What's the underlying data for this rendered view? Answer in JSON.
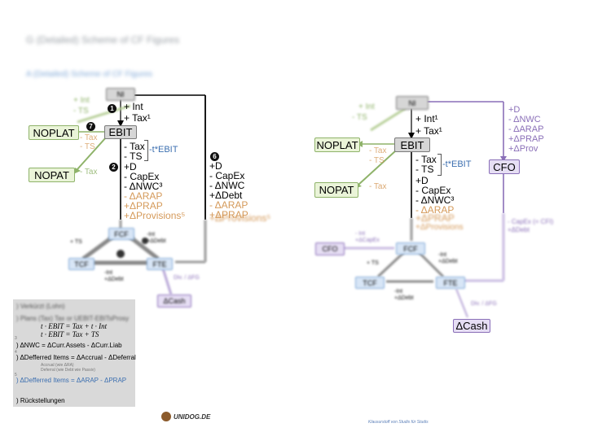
{
  "page_title": "G (Detailed) Scheme of CF Figures",
  "section_title": "A (Detailed) Scheme of CF Figures",
  "left": {
    "ni": "NI",
    "int_green": "+ Int",
    "ts_green": "- TS",
    "plus_int": "+ Int",
    "plus_tax": "+ Tax¹",
    "nodes": {
      "noplat": "NOPLAT",
      "ebit": "EBIT",
      "nopat": "NOPAT"
    },
    "tax_ts_gray": [
      "- Tax",
      "- TS"
    ],
    "tax_gray": "- Tax",
    "tax_ts": [
      "- Tax",
      "- TS"
    ],
    "tebit": "-t*EBIT",
    "ops": [
      "+D",
      "- CapEx",
      "- ΔNWC³"
    ],
    "ops_orange": [
      "- ΔARAP",
      "+ΔPRAP",
      "+ΔProvisions⁵"
    ],
    "right_ops": [
      "+D",
      "- CapEx",
      "- ΔNWC",
      "+ΔDebt"
    ],
    "right_ops_orange": [
      "- ΔARAP",
      "+ΔPRAP",
      "+ΔProvisions⁵"
    ],
    "badges": [
      "1",
      "7",
      "2",
      "6"
    ],
    "blue_nodes": [
      "FCF",
      "TCF",
      "FTE"
    ],
    "tri_labels": [
      "+ TS",
      "-Int",
      "+ΔDebt",
      "-Int",
      "+ΔDebt"
    ],
    "cash": "ΔCash",
    "cash_note": "Div. / ΔFG"
  },
  "right": {
    "ni": "NI",
    "int_green": "+ Int",
    "ts_green": "- TS",
    "plus_int": "+ Int¹",
    "plus_tax": "+ Tax¹",
    "nodes": {
      "noplat": "NOPLAT",
      "ebit": "EBIT",
      "nopat": "NOPAT",
      "cfo": "CFO"
    },
    "tax_ts_gray": [
      "- Tax",
      "- TS"
    ],
    "tax_gray": "- Tax",
    "tax_ts": [
      "- Tax",
      "- TS"
    ],
    "tebit": "-t*EBIT",
    "ops": [
      "+D",
      "- CapEx",
      "- ΔNWC³"
    ],
    "ops_orange": [
      "- ΔARAP",
      "+ΔPRAP",
      "+ΔProvisions"
    ],
    "cfo_ops": [
      "+D",
      "- ΔNWC",
      "- ΔARAP",
      "+ΔPRAP",
      "+ΔProv"
    ],
    "capex_note": [
      "- CapEx   (= CFI)",
      "+ΔDebt"
    ],
    "cfo_left": "CFO",
    "cfo_left_note": [
      "- Int",
      "+ΔCapEx"
    ],
    "blue_nodes": [
      "FCF",
      "TCF",
      "FTE"
    ],
    "tri_labels": [
      "+ TS",
      "-Int",
      "+ΔDebt",
      "-Int",
      "+ΔDebt"
    ],
    "cash": "ΔCash",
    "cash_note": "Div. / ΔFG"
  },
  "legend": {
    "lines": [
      ") Verkürzt (Lohn)",
      ") Plans (Tax) Tax or UEBIT-EBITsProsy",
      "t · EBIT = Tax + t · Int",
      "t · EBIT = Tax + TS",
      ") ΔNWC = ΔCurr.Assets - ΔCurr.Liab",
      ") ΔDefferred Items = ΔAccrual - ΔDeferral",
      "Accrual (wie ΔRA)",
      "Deferral (wie Debt wie Passiv)",
      ") ΔDefferred Items = ΔARAP - ΔPRAP",
      ") Rückstellungen"
    ],
    "footnotes": [
      "3",
      "4",
      "5"
    ]
  },
  "footer": {
    "logo": "UNIDOG.DE",
    "note": "Klausurstoff von Studis für Studis"
  },
  "colors": {
    "green": "#8fb36a",
    "gray": "#7a7a7a",
    "purple": "#8a6fb8",
    "blue": "#7fa7d6",
    "orange": "#d59a5a"
  }
}
